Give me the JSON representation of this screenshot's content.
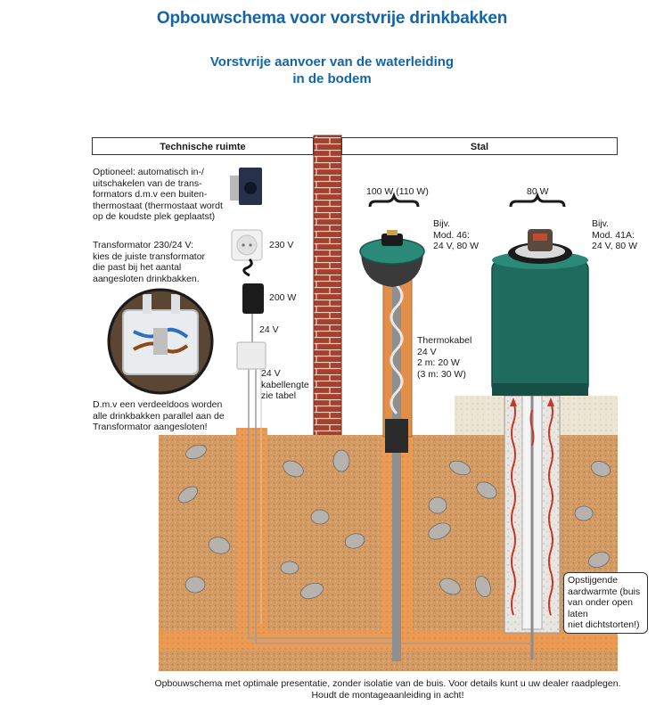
{
  "title": "Opbouwschema voor vorstvrije drinkbakken",
  "subtitle_line1": "Vorstvrije aanvoer van de waterleiding",
  "subtitle_line2": "in de bodem",
  "headers": {
    "technical_room": "Technische ruimte",
    "stable": "Stal"
  },
  "notes": {
    "thermostat": [
      "Optioneel: automatisch in-/",
      "uitschakelen van de trans-",
      "formators d.m.v een buiten-",
      "thermostaat (thermostaat wordt",
      "op de koudste plek geplaatst)"
    ],
    "transformer": [
      "Transformator 230/24 V:",
      "kies de juiste transformator",
      "die past bij het aantal",
      "aangesloten drinkbakken."
    ],
    "junction_box": [
      "D.m.v een verdeeldoos worden",
      "alle drinkbakken parallel aan de",
      "Transformator aangesloten!"
    ]
  },
  "labels": {
    "v230": "230 V",
    "w200": "200 W",
    "v24": "24 V",
    "cable_length": [
      "24 V",
      "kabellengte",
      "zie tabel"
    ],
    "thermo_cable": [
      "Thermokabel",
      "24 V",
      "2 m: 20 W",
      "(3 m: 30 W)"
    ],
    "power_left": "100 W (110 W)",
    "power_right": "80 W",
    "model_left": [
      "Bijv.",
      "Mod. 46:",
      "24 V, 80 W"
    ],
    "model_right": [
      "Bijv.",
      "Mod. 41A:",
      "24 V, 80 W"
    ]
  },
  "callout": [
    "Opstijgende",
    "aardwarmte (buis",
    "van onder open laten",
    "niet dichtstorten!)"
  ],
  "footer": [
    "Opbouwschema met optimale presentatie, zonder isolatie van de buis. Voor details kunt u uw dealer raadplegen.",
    "Houdt de montageaanleiding in acht!"
  ],
  "colors": {
    "title_blue": "#1464a8",
    "soil": "#d49a62",
    "trench": "#e8954a",
    "brick": "#a23a2c",
    "trough_teal": "#1f6b5e",
    "heat_red": "#c0392b"
  }
}
